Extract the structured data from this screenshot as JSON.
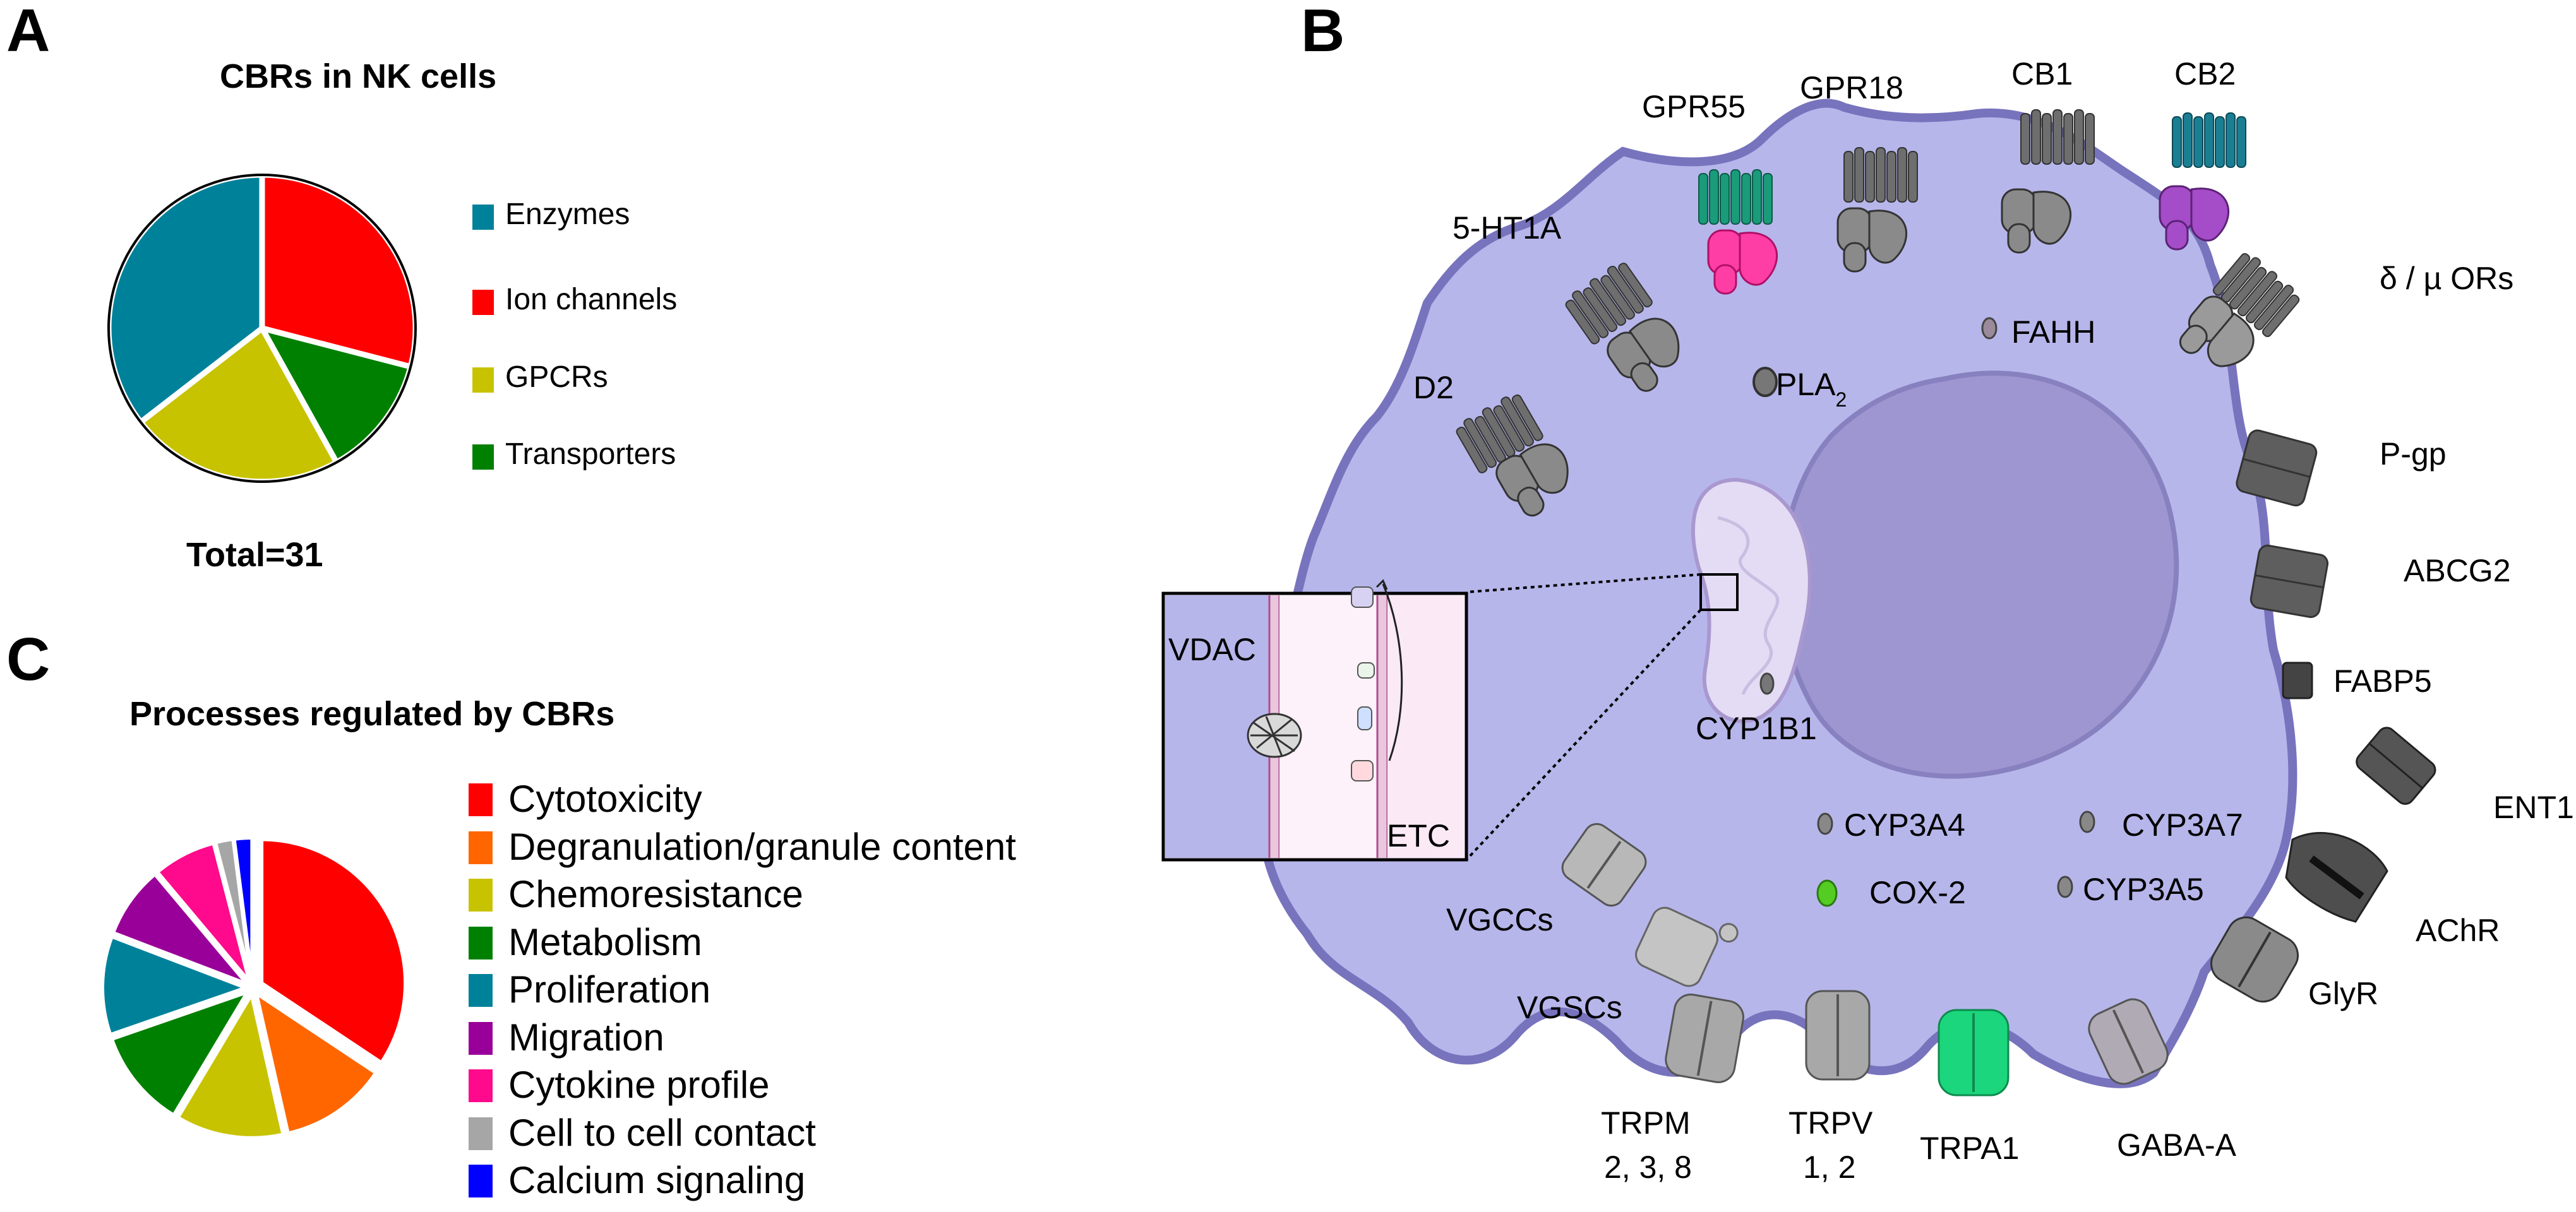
{
  "panels": {
    "a_letter": "A",
    "b_letter": "B",
    "c_letter": "C"
  },
  "chart_data": [
    {
      "type": "pie",
      "title": "CBRs in NK cells",
      "total_label": "Total=31",
      "categories": [
        "Enzymes",
        "Ion channels",
        "GPCRs",
        "Transporters"
      ],
      "values": [
        11,
        9,
        7,
        4
      ],
      "colors": [
        "#00819a",
        "#ff0000",
        "#c8c300",
        "#008000"
      ],
      "start_category": "Ion channels",
      "legend_position": "right"
    },
    {
      "type": "pie",
      "title": "Processes regulated by CBRs",
      "categories": [
        "Cytotoxicity",
        "Degranulation/granule content",
        "Chemoresistance",
        "Metabolism",
        "Proliferation",
        "Migration",
        "Cytokine profile",
        "Cell to cell contact",
        "Calcium signaling"
      ],
      "values": [
        34,
        12,
        12,
        11,
        11,
        8,
        7,
        2,
        2
      ],
      "colors": [
        "#ff0000",
        "#ff6600",
        "#c8c300",
        "#008000",
        "#00819a",
        "#990099",
        "#ff0a8c",
        "#a6a6a6",
        "#0000ff"
      ],
      "exploded": true,
      "legend_position": "right"
    }
  ],
  "cell_diagram": {
    "colors": {
      "membrane": "#7873bd",
      "cytoplasm": "#b6b6eb",
      "nucleus": "#9d96d0",
      "mitochondrion": "#e3dcf4",
      "receptor_gray": "#6e6e6e",
      "gpr55": "#1a9b7a",
      "gpr55_protein": "#ff3ea5",
      "cb2": "#1b7f93",
      "cb2_protein": "#a54cc8",
      "trpa1": "#1bd67c",
      "cox2": "#55cc22"
    },
    "labels": {
      "gpr55": "GPR55",
      "gpr18": "GPR18",
      "cb1": "CB1",
      "cb2": "CB2",
      "ht1a": "5-HT1A",
      "d2": "D2",
      "opioid": "δ / µ ORs",
      "fahh": "FAHH",
      "pla2_main": "PLA",
      "pla2_sub": "2",
      "pgp": "P-gp",
      "abcg2": "ABCG2",
      "fabp5": "FABP5",
      "ent1": "ENT1",
      "achr": "AChR",
      "glyr": "GlyR",
      "gaba": "GABA-A",
      "trpa1": "TRPA1",
      "trpv_1": "TRPV",
      "trpv_2": "1, 2",
      "trpm_1": "TRPM",
      "trpm_2": "2, 3, 8",
      "vgscs": "VGSCs",
      "vgccs": "VGCCs",
      "cyp1b1": "CYP1B1",
      "cyp3a4": "CYP3A4",
      "cyp3a7": "CYP3A7",
      "cox2": "COX-2",
      "cyp3a5": "CYP3A5",
      "vdac": "VDAC",
      "etc": "ETC"
    }
  }
}
